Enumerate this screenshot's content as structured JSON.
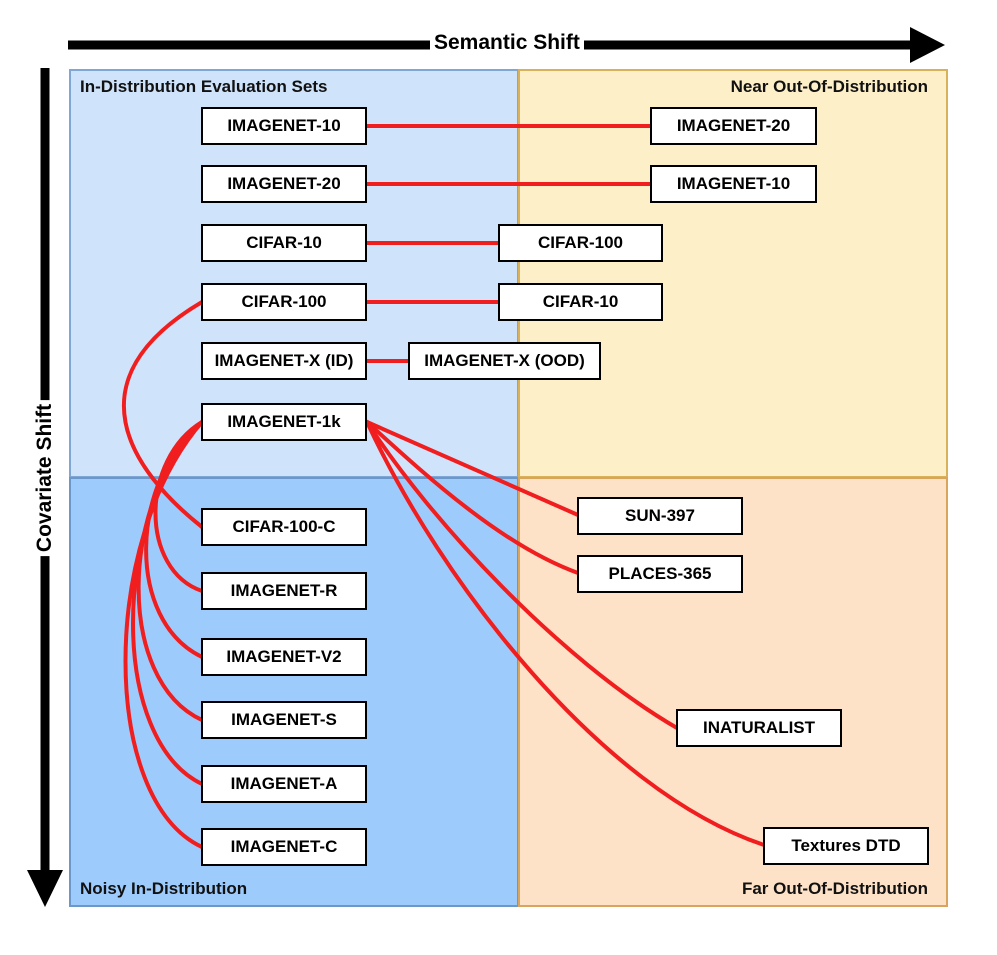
{
  "axes": {
    "horizontal": "Semantic Shift",
    "vertical": "Covariate Shift"
  },
  "quadrants": {
    "in_distribution": "In-Distribution Evaluation Sets",
    "near_ood": "Near Out-Of-Distribution",
    "noisy_id": "Noisy In-Distribution",
    "far_ood": "Far Out-Of-Distribution"
  },
  "nodes": {
    "imagenet10_id": "IMAGENET-10",
    "imagenet20_id": "IMAGENET-20",
    "cifar10_id": "CIFAR-10",
    "cifar100_id": "CIFAR-100",
    "imagenetx_id": "IMAGENET-X (ID)",
    "imagenet1k": "IMAGENET-1k",
    "imagenet20_ood": "IMAGENET-20",
    "imagenet10_ood": "IMAGENET-10",
    "cifar100_ood": "CIFAR-100",
    "cifar10_ood": "CIFAR-10",
    "imagenetx_ood": "IMAGENET-X (OOD)",
    "cifar100c": "CIFAR-100-C",
    "imagenet_r": "IMAGENET-R",
    "imagenet_v2": "IMAGENET-V2",
    "imagenet_s": "IMAGENET-S",
    "imagenet_a": "IMAGENET-A",
    "imagenet_c": "IMAGENET-C",
    "sun397": "SUN-397",
    "places365": "PLACES-365",
    "inaturalist": "INATURALIST",
    "textures": "Textures DTD"
  },
  "colors": {
    "edge": "#f01e1e",
    "in_distribution": "#cfe3fb",
    "near_ood": "#fdefc8",
    "noisy_id": "#9dcbfc",
    "far_ood": "#fde2c8"
  }
}
